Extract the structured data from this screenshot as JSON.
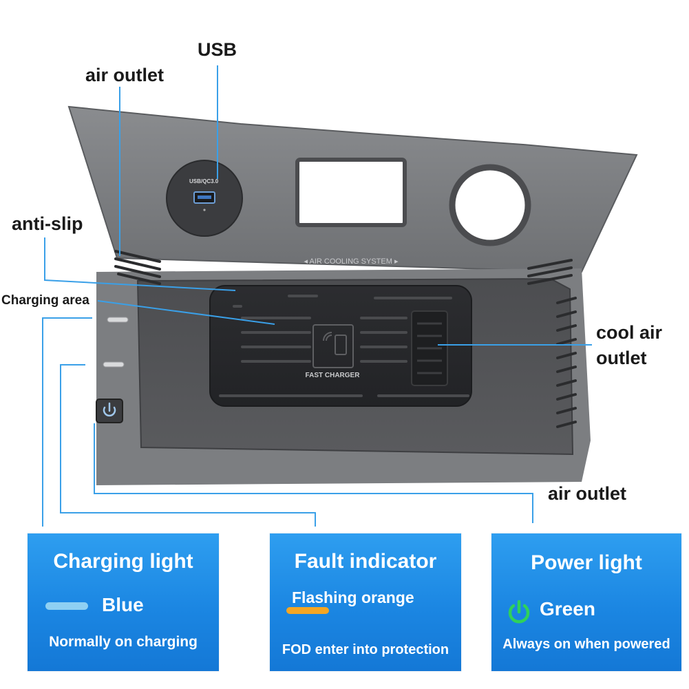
{
  "callouts": {
    "usb": "USB",
    "air_outlet_top": "air outlet",
    "anti_slip": "anti-slip",
    "charging_area": "Charging area",
    "cool_air_line1": "cool air",
    "cool_air_line2": "outlet",
    "air_outlet_bottom": "air outlet"
  },
  "device": {
    "port_label": "USB/QC3.0",
    "top_text": "AIR COOLING SYSTEM",
    "pad_text": "FAST CHARGER"
  },
  "cards": {
    "charging": {
      "title": "Charging light",
      "color_name": "Blue",
      "description": "Normally on charging"
    },
    "fault": {
      "title": "Fault indicator",
      "color_name": "Flashing orange",
      "description": "FOD enter into protection"
    },
    "power": {
      "title": "Power light",
      "color_name": "Green",
      "description": "Always on when powered"
    }
  },
  "colors": {
    "card_blue": "#1b86e2",
    "callout_line": "#3aa0e8",
    "blue_light": "#8fd0f3",
    "orange_light": "#f5a623",
    "green_light": "#2fd15a"
  }
}
